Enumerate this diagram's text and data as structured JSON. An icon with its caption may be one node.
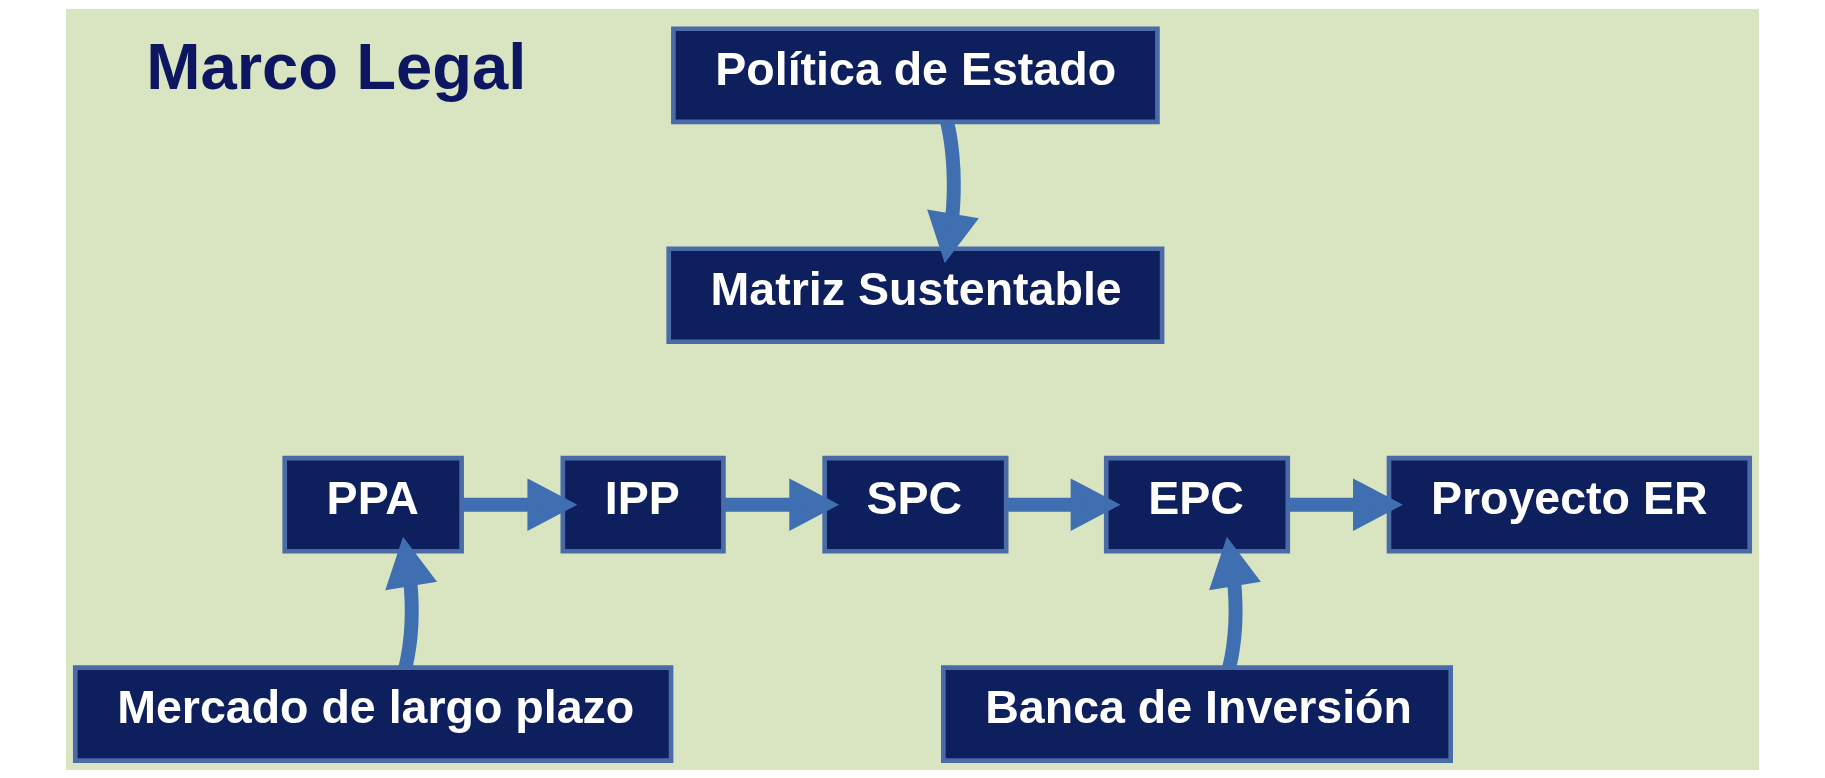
{
  "diagram": {
    "nodes": [
      {
        "text": [
          "Política de Estado"
        ]
      },
      {
        "text": [
          "Matriz Sustentable"
        ]
      },
      {
        "text": [
          "PPA"
        ]
      },
      {
        "text": [
          "IPP"
        ]
      },
      {
        "text": [
          "SPC"
        ]
      },
      {
        "text": [
          "EPC"
        ]
      },
      {
        "text": [
          "Proyecto ER"
        ]
      },
      {
        "text": [
          "Mercado de largo plazo"
        ]
      },
      {
        "text": [
          "Banca de Inversión"
        ]
      }
    ],
    "edges": [
      {
        "from": 0,
        "to": 1,
        "arrow": "to"
      },
      {
        "from": 2,
        "to": 3,
        "arrow": "to"
      },
      {
        "from": 3,
        "to": 4,
        "arrow": "to"
      },
      {
        "from": 4,
        "to": 5,
        "arrow": "to"
      },
      {
        "from": 5,
        "to": 6,
        "arrow": "to"
      },
      {
        "from": 7,
        "to": 2,
        "arrow": "to"
      },
      {
        "from": 8,
        "to": 5,
        "arrow": "to"
      }
    ],
    "labels": [
      "Marco Legal"
    ]
  }
}
